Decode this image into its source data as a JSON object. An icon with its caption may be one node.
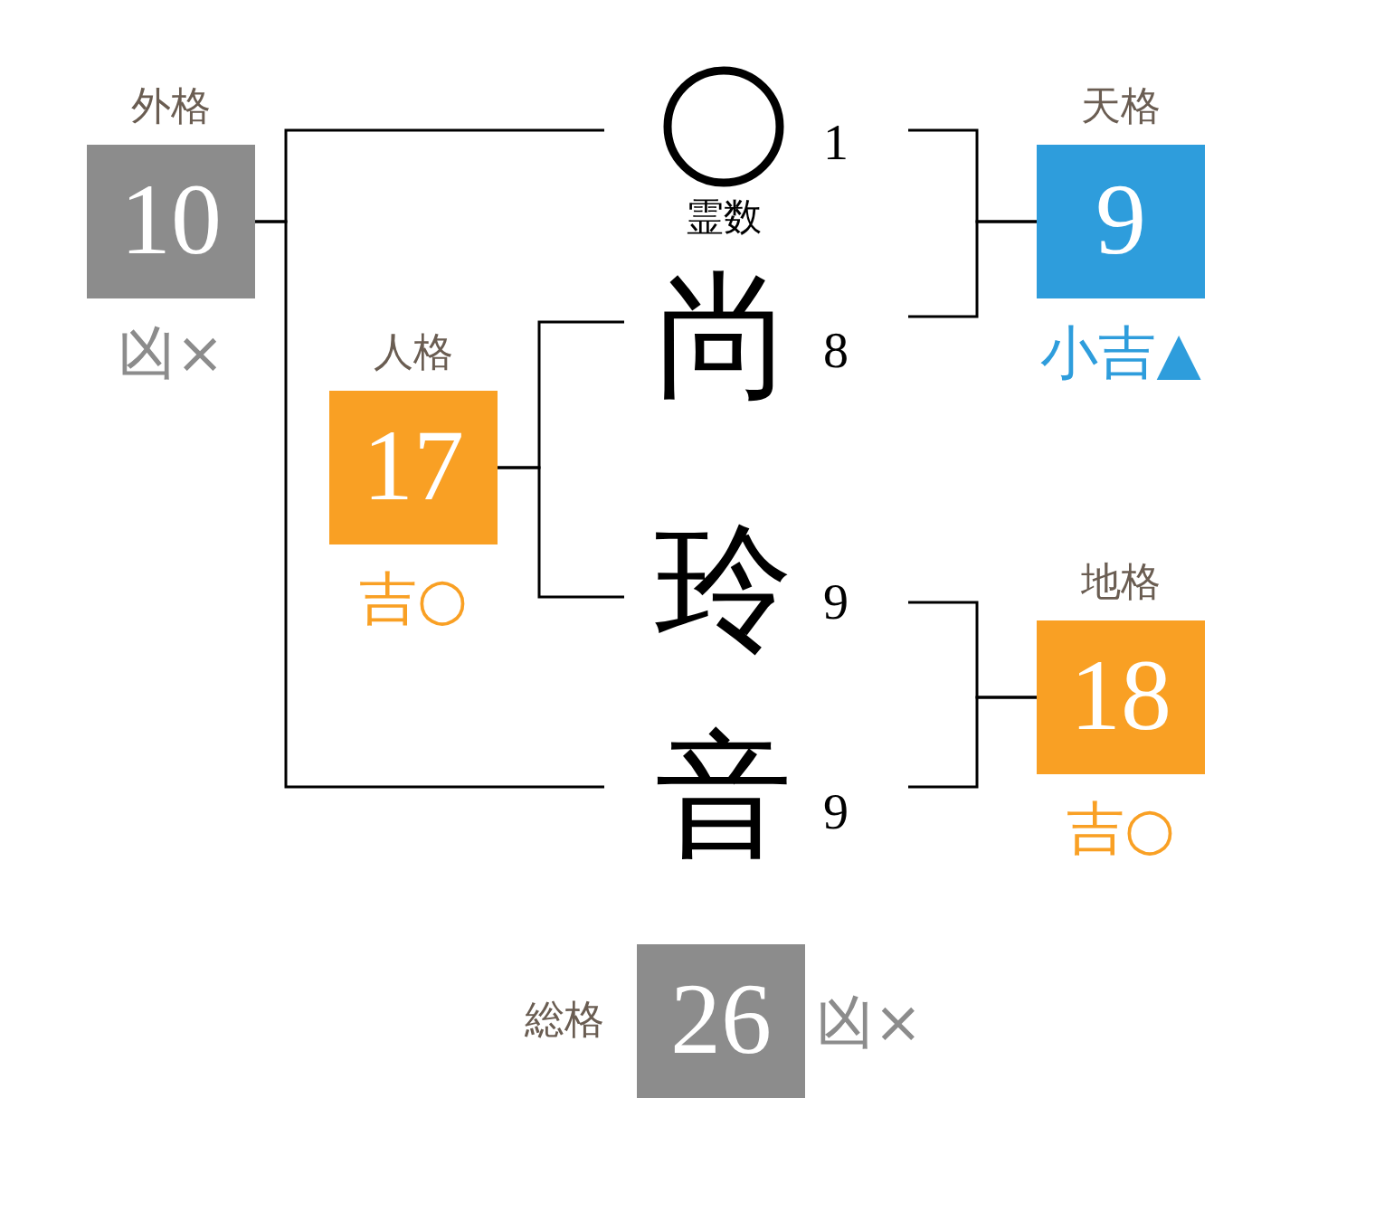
{
  "diagram": {
    "nodes": [
      {
        "text": [
          "外格",
          "10"
        ],
        "beside": [
          "凶×"
        ]
      },
      {
        "text": [],
        "shape": "circle",
        "beside": [
          "1",
          "霊数"
        ]
      },
      {
        "text": [
          "天格",
          "9"
        ],
        "beside": [
          "小吉▲"
        ]
      },
      {
        "text": [
          "尚"
        ],
        "beside": [
          "8"
        ]
      },
      {
        "text": [
          "人格",
          "17"
        ],
        "beside": [
          "吉○"
        ]
      },
      {
        "text": [
          "玲"
        ],
        "beside": [
          "9"
        ]
      },
      {
        "text": [
          "地格",
          "18"
        ],
        "beside": [
          "吉○"
        ]
      },
      {
        "text": [
          "音"
        ],
        "beside": [
          "9"
        ]
      },
      {
        "text": [
          "総格",
          "26"
        ],
        "beside": [
          "凶×"
        ]
      }
    ],
    "edges": [
      {
        "from": 1,
        "to": 0,
        "arrow": "none"
      },
      {
        "from": 7,
        "to": 0,
        "arrow": "none"
      },
      {
        "from": 1,
        "to": 2,
        "arrow": "none"
      },
      {
        "from": 3,
        "to": 2,
        "arrow": "none"
      },
      {
        "from": 3,
        "to": 4,
        "arrow": "none"
      },
      {
        "from": 5,
        "to": 4,
        "arrow": "none"
      },
      {
        "from": 5,
        "to": 6,
        "arrow": "none"
      },
      {
        "from": 7,
        "to": 6,
        "arrow": "none"
      }
    ]
  }
}
